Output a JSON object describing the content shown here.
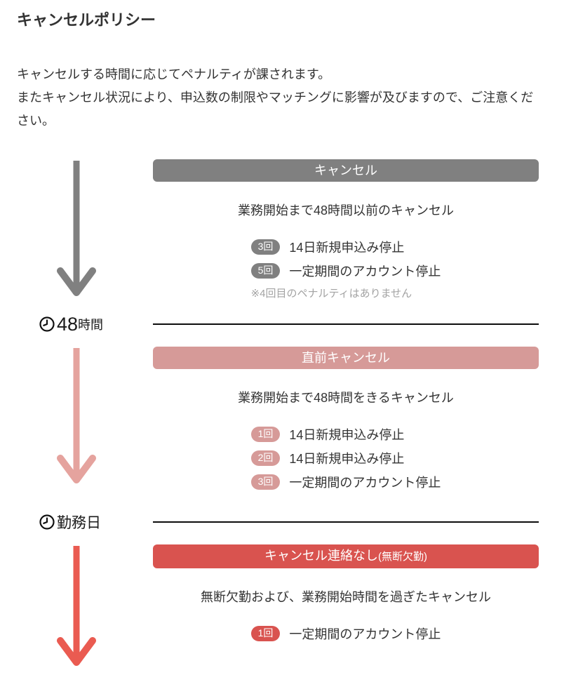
{
  "page": {
    "title": "キャンセルポリシー",
    "intro": {
      "line1": "キャンセルする時間に応じてペナルティが課されます。",
      "line2": "またキャンセル状況により、申込数の制限やマッチングに影響が及びますので、ご注意ください。"
    }
  },
  "colors": {
    "cancel_gray": "#808080",
    "last_minute_pink": "#d69a98",
    "last_minute_arrow_pink": "#e5a39e",
    "no_show_red": "#d9534f",
    "no_show_arrow_red": "#ea5b51",
    "text_dark": "#333333",
    "note_gray": "#a3a3a3",
    "milestone_line_black": "#0d0d0d"
  },
  "timeline": {
    "sections": [
      {
        "header": "キャンセル",
        "description": "業務開始まで48時間以前のキャンセル",
        "penalties": [
          {
            "count": "3回",
            "text": "14日新規申込み停止"
          },
          {
            "count": "5回",
            "text": "一定期間のアカウント停止"
          }
        ],
        "note": "※4回目のペナルティはありません"
      },
      {
        "header": "直前キャンセル",
        "description": "業務開始まで48時間をきるキャンセル",
        "penalties": [
          {
            "count": "1回",
            "text": "14日新規申込み停止"
          },
          {
            "count": "2回",
            "text": "14日新規申込み停止"
          },
          {
            "count": "3回",
            "text": "一定期間のアカウント停止"
          }
        ]
      },
      {
        "header": "キャンセル連絡なし",
        "header_suffix": "(無断欠勤)",
        "description": "無断欠勤および、業務開始時間を過ぎたキャンセル",
        "penalties": [
          {
            "count": "1回",
            "text": "一定期間のアカウント停止"
          }
        ]
      }
    ],
    "milestones": [
      {
        "value": "48",
        "unit": "時間"
      },
      {
        "value": "",
        "unit": "勤務日"
      }
    ]
  }
}
